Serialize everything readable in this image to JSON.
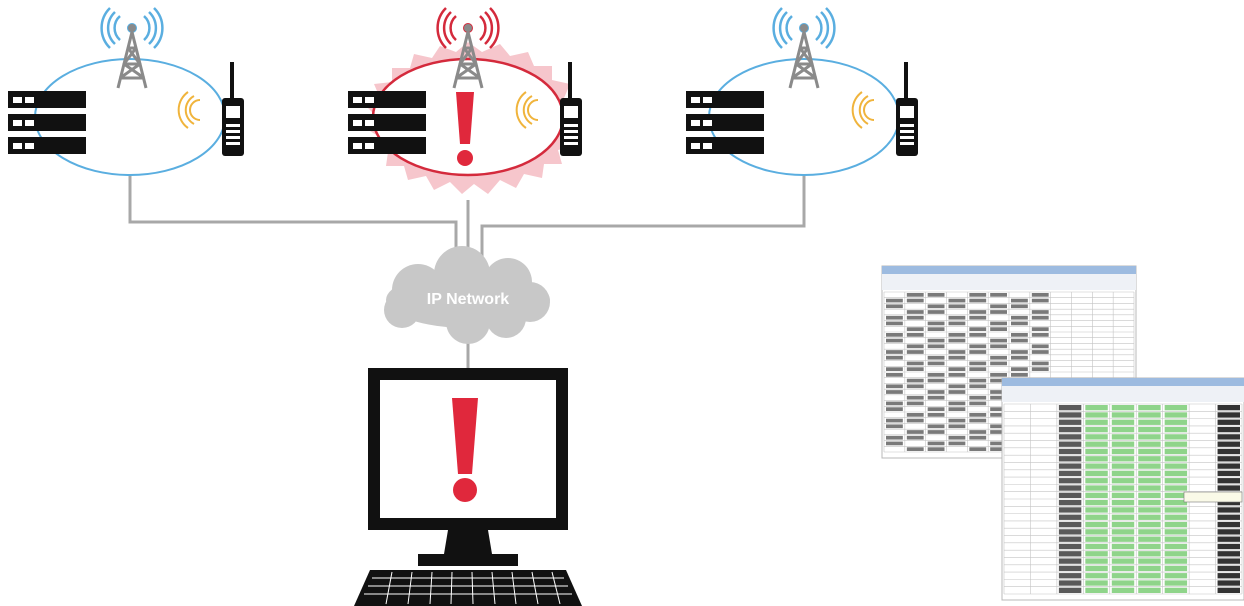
{
  "network": {
    "label": "IP Network"
  },
  "sites": [
    {
      "id": "site-left",
      "status": "normal"
    },
    {
      "id": "site-center",
      "status": "alarm"
    },
    {
      "id": "site-right",
      "status": "normal"
    }
  ],
  "monitor": {
    "status": "alarm"
  },
  "colors": {
    "normal_ring": "#5aaee0",
    "alarm_ring": "#d42a3c",
    "alarm_burst": "#f6c6cc",
    "alert_mark": "#e0283c",
    "link": "#a8a8a8",
    "cloud": "#c8c8c8",
    "tower": "#8a8a8a",
    "radio_wave": "#f0b43c",
    "equipment": "#111111"
  },
  "icons": {
    "tower": "radio-tower-icon",
    "radio": "handheld-radio-icon",
    "rack": "rack-unit-icon",
    "alert": "exclamation-icon",
    "computer": "computer-monitor-icon",
    "screenshots": "app-window-thumbnail"
  }
}
